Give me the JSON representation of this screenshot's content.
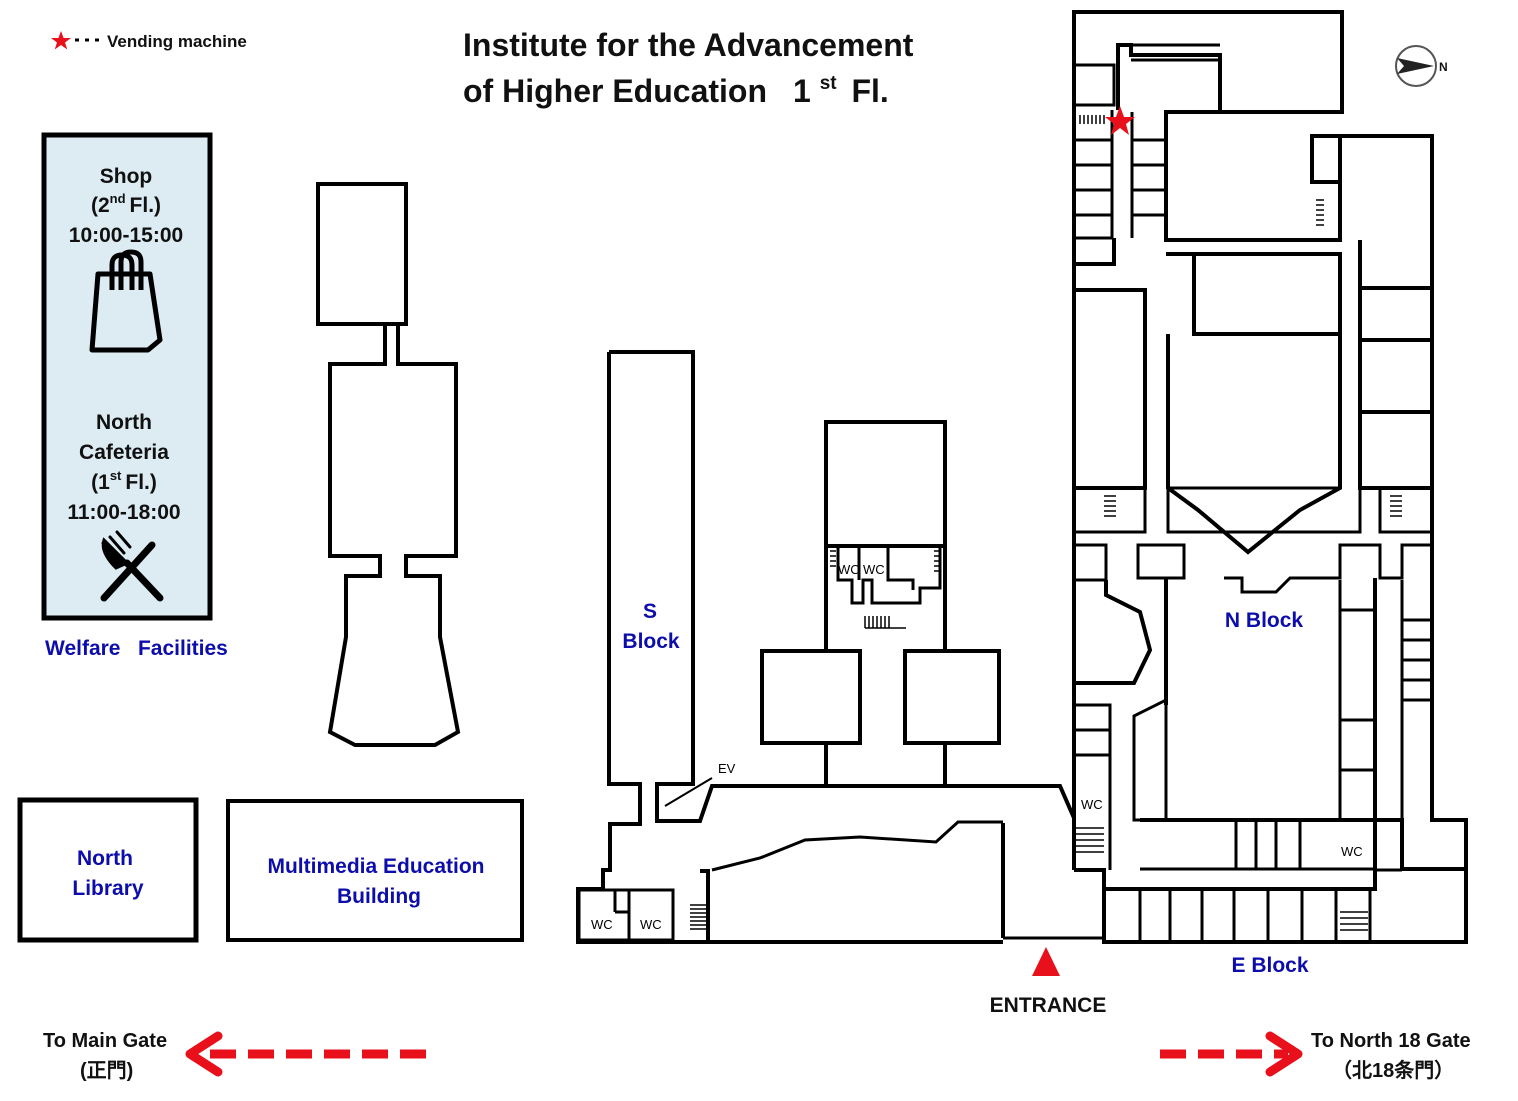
{
  "title": {
    "line1": "Institute for the Advancement",
    "line2_main": "of Higher Education",
    "line2_floor_num": "1",
    "line2_floor_sup": "st",
    "line2_floor_suffix": "Fl."
  },
  "legend": {
    "vending_label": "Vending machine",
    "vending_color": "#e8101a"
  },
  "welfare": {
    "panel_color": "#dcecf2",
    "caption": "Welfare   Facilities",
    "shop": {
      "name": "Shop",
      "floor_open": "(2",
      "floor_sup": "nd",
      "floor_close": "Fl.)",
      "hours": "10:00-15:00",
      "icon": "shopping-bag-icon"
    },
    "cafeteria": {
      "name_line1": "North",
      "name_line2": "Cafeteria",
      "floor_open": "(1",
      "floor_sup": "st",
      "floor_close": "Fl.)",
      "hours": "11:00-18:00",
      "icon": "fork-knife-icon"
    }
  },
  "buildings": {
    "north_library_line1": "North",
    "north_library_line2": "Library",
    "multimedia_line1": "Multimedia Education",
    "multimedia_line2": "Building",
    "s_block_line1": "S",
    "s_block_line2": "Block",
    "n_block": "N Block",
    "e_block": "E Block"
  },
  "facilities": {
    "wc": "WC",
    "ev": "EV"
  },
  "entrance": {
    "label": "ENTRANCE",
    "marker_color": "#e8101a"
  },
  "directions": {
    "main_gate_line1": "To Main Gate",
    "main_gate_line2": "(正門)",
    "north18_line1": "To North 18 Gate",
    "north18_line2": "（北18条門）",
    "arrow_color": "#e8101a"
  },
  "compass": {
    "icon": "compass-north-icon",
    "letter": "N"
  }
}
